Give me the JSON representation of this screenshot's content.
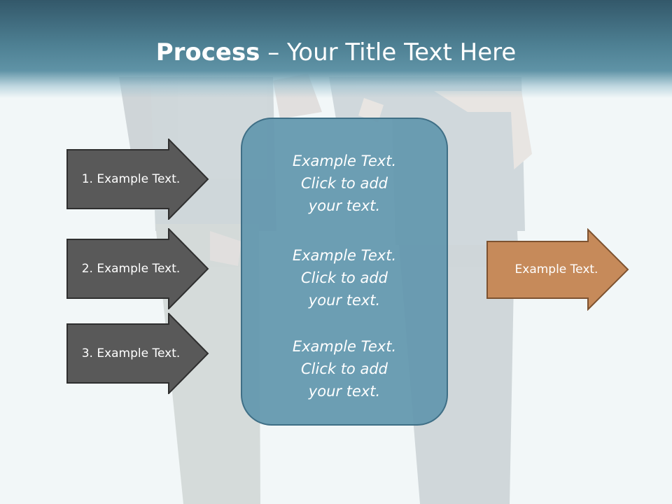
{
  "slide": {
    "title_bold": "Process",
    "title_rest": " – Your Title Text Here"
  },
  "inputs": [
    {
      "label": "1. Example Text."
    },
    {
      "label": "2. Example Text."
    },
    {
      "label": "3. Example Text."
    }
  ],
  "center": {
    "paragraphs": [
      {
        "line1": "Example Text.",
        "line2": "Click  to add",
        "line3": "your text."
      },
      {
        "line1": "Example Text.",
        "line2": "Click  to add",
        "line3": "your text."
      },
      {
        "line1": "Example Text.",
        "line2": "Click  to add",
        "line3": "your text."
      }
    ]
  },
  "output": {
    "label": "Example Text."
  },
  "colors": {
    "title_bar": "#4d7f92",
    "input_arrow_fill": "#595959",
    "center_box_fill": "#6297ad",
    "output_arrow_fill": "#c68a5a"
  }
}
